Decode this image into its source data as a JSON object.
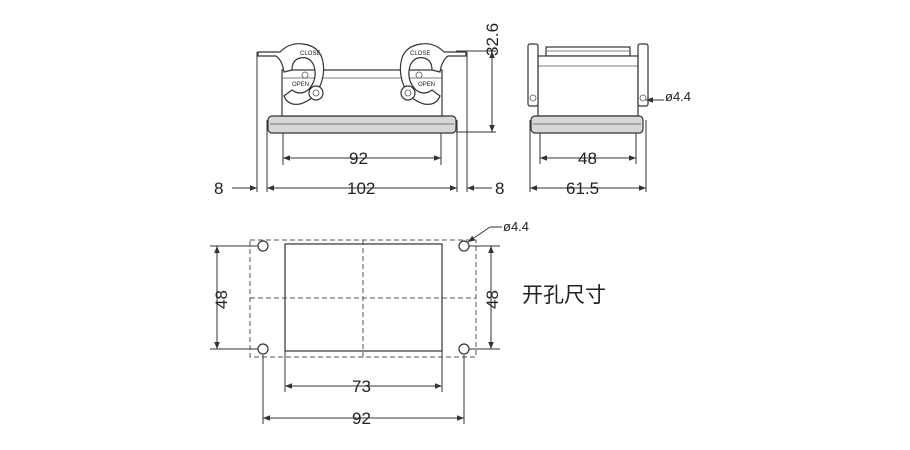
{
  "front_view": {
    "height_dim": "32.6",
    "pitch_dim": "92",
    "overall_dim": "102",
    "left_margin": "8",
    "right_margin": "8",
    "lever_text_close": "CLOSE",
    "lever_text_open": "OPEN"
  },
  "side_view": {
    "hole_dim": "ø4.4",
    "width_dim": "48",
    "overall_dim": "61.5"
  },
  "cutout": {
    "hole_dim": "ø4.4",
    "height_left": "48",
    "height_right": "48",
    "opening_width": "73",
    "pitch_width": "92",
    "title": "开孔尺寸"
  },
  "colors": {
    "line": "#333333",
    "fill_base": "#d7d7d7"
  }
}
